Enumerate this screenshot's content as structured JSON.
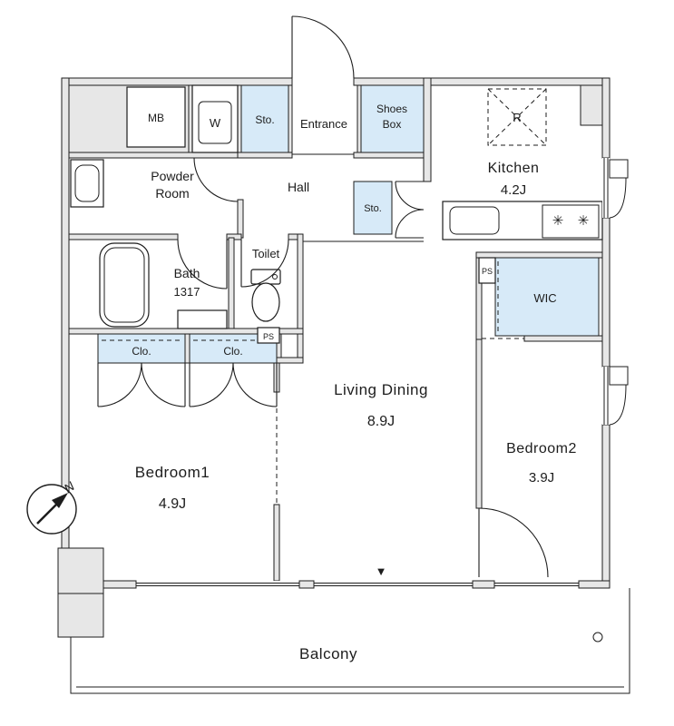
{
  "floorplan": {
    "colors": {
      "storage_fill": "#d7eaf8",
      "wall_fill": "#e7e7e7",
      "line": "#1d1d1d"
    },
    "labels": {
      "mb": "MB",
      "washer": "W",
      "sto_top": "Sto.",
      "entrance": "Entrance",
      "shoes_line1": "Shoes",
      "shoes_line2": "Box",
      "kitchen_name": "Kitchen",
      "kitchen_size": "4.2J",
      "fridge": "R",
      "powder_line1": "Powder",
      "powder_line2": "Room",
      "hall": "Hall",
      "sto_hall": "Sto.",
      "bath_name": "Bath",
      "bath_size": "1317",
      "toilet": "Toilet",
      "ps_left": "PS",
      "ps_right": "PS",
      "wic": "WIC",
      "clo_left": "Clo.",
      "clo_right": "Clo.",
      "living_name": "Living Dining",
      "living_size": "8.9J",
      "bedroom1_name": "Bedroom1",
      "bedroom1_size": "4.9J",
      "bedroom2_name": "Bedroom2",
      "bedroom2_size": "3.9J",
      "balcony": "Balcony",
      "compass_n": "N",
      "window_marker": "▼"
    },
    "icons": {
      "burner": "✳"
    }
  }
}
